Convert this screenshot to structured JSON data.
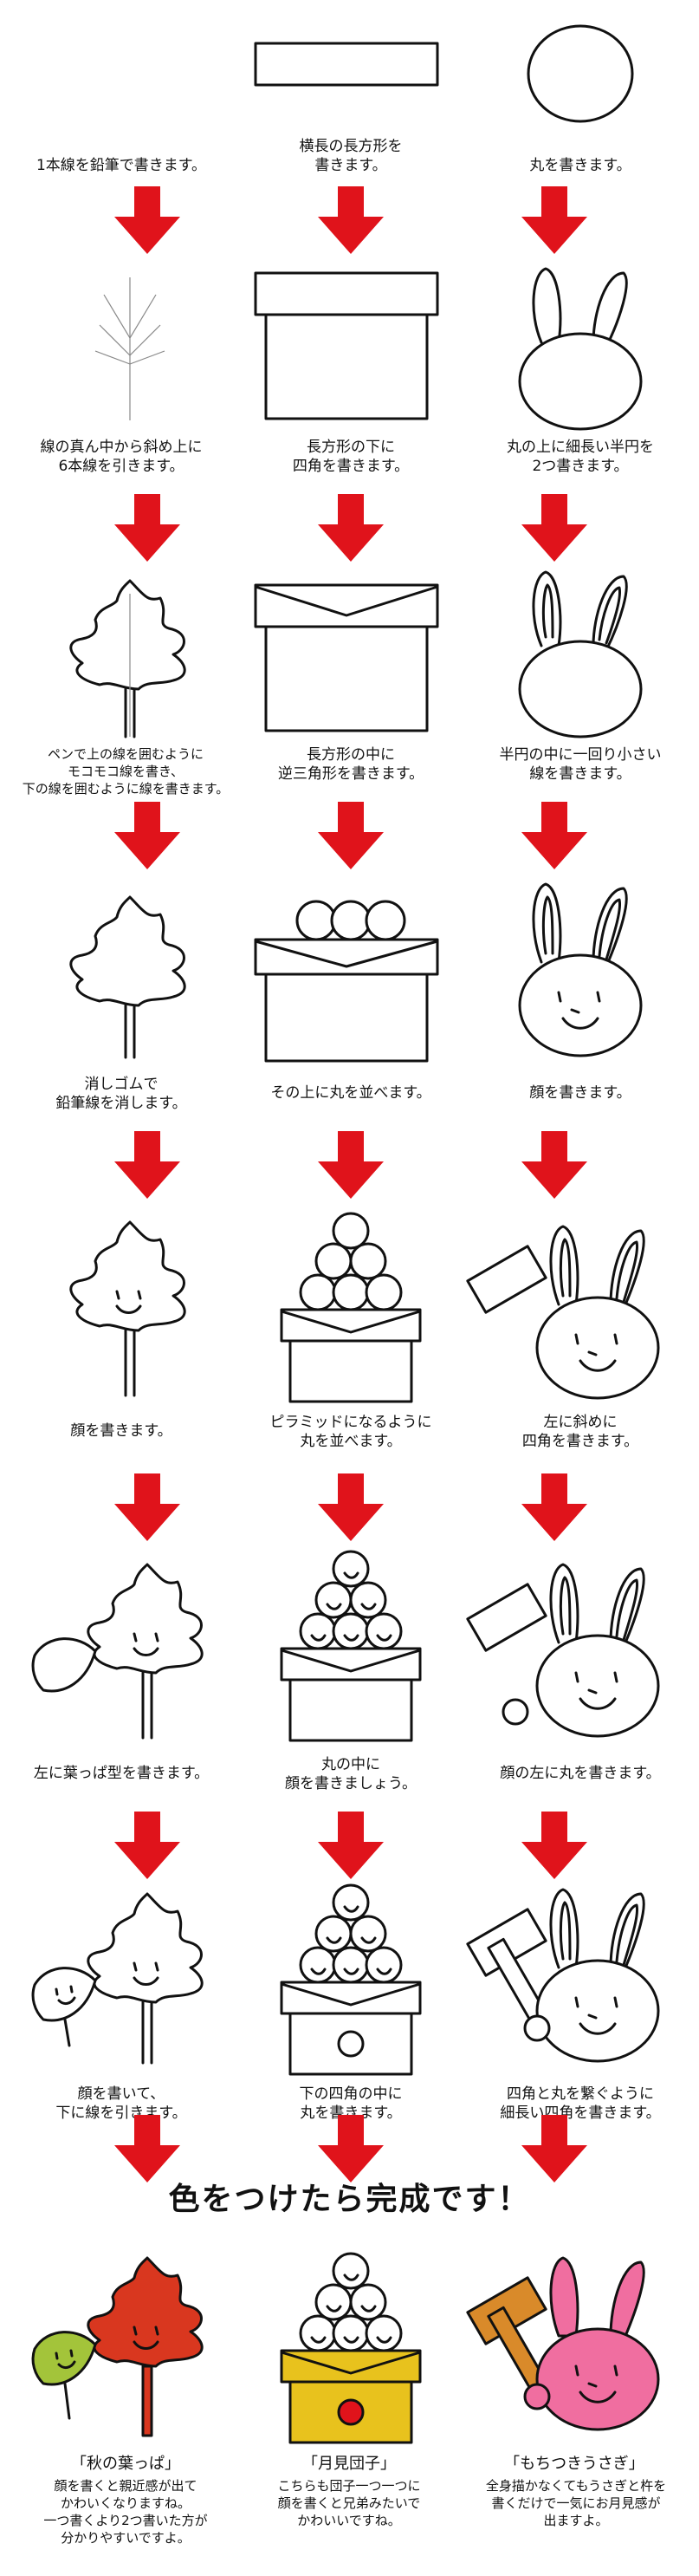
{
  "colors": {
    "arrow": "#e0131b",
    "ink": "#111111",
    "maple": "#d9371f",
    "leaf_green": "#a3c43a",
    "gold": "#e8c21d",
    "pink": "#f06ea0",
    "wood": "#d98a2a"
  },
  "captions": {
    "c1": [
      "1本線を鉛筆で書きます。",
      "線の真ん中から斜め上に\n6本線を引きます。",
      "ペンで上の線を囲むように\nモコモコ線を書き、\n下の線を囲むように線を書きます。",
      "消しゴムで\n鉛筆線を消します。",
      "顔を書きます。",
      "左に葉っぱ型を書きます。",
      "顔を書いて、\n下に線を引きます。"
    ],
    "c2": [
      "横長の長方形を\n書きます。",
      "長方形の下に\n四角を書きます。",
      "長方形の中に\n逆三角形を書きます。",
      "その上に丸を並べます。",
      "ピラミッドになるように\n丸を並べます。",
      "丸の中に\n顔を書きましょう。",
      "下の四角の中に\n丸を書きます。"
    ],
    "c3": [
      "丸を書きます。",
      "丸の上に細長い半円を\n2つ書きます。",
      "半円の中に一回り小さい\n線を書きます。",
      "顔を書きます。",
      "左に斜めに\n四角を書きます。",
      "顔の左に丸を書きます。",
      "四角と丸を繋ぐように\n細長い四角を書きます。"
    ]
  },
  "final": {
    "title": "色をつけたら完成です！",
    "items": [
      {
        "name": "「秋の葉っぱ」",
        "desc": "顔を書くと親近感が出て\nかわいくなりますね。\n一つ書くより2つ書いた方が\n分かりやすいですよ。"
      },
      {
        "name": "「月見団子」",
        "desc": "こちらも団子一つ一つに\n顔を書くと兄弟みたいで\nかわいいですね。"
      },
      {
        "name": "「もちつきうさぎ」",
        "desc": "全身描かなくてもうさぎと杵を\n書くだけで一気にお月見感が\n出ますよ。"
      }
    ]
  },
  "icons": {
    "step_arrow": "down-arrow-icon"
  }
}
